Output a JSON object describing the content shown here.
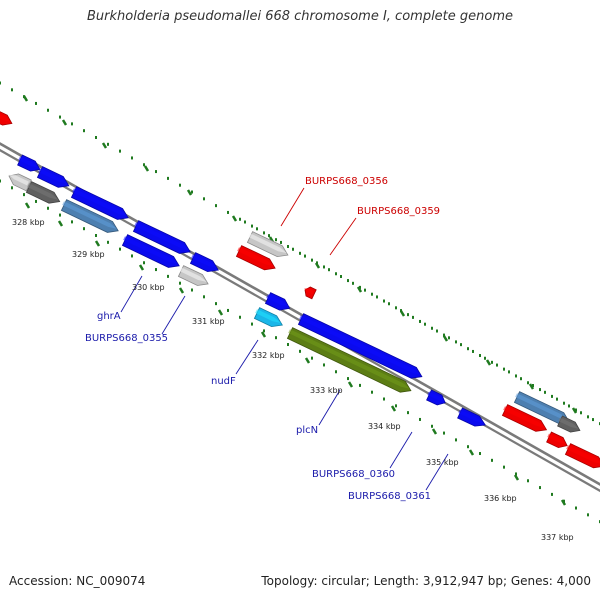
{
  "title": "Burkholderia pseudomallei 668 chromosome I, complete genome",
  "footer": {
    "accession": "Accession: NC_009074",
    "stats": "Topology: circular; Length: 3,912,947 bp; Genes: 4,000"
  },
  "colors": {
    "backbone": "#7a7a7a",
    "tick": "#1f7a1f",
    "label_red": "#cc0000",
    "label_blue": "#1a1aaa",
    "blue": "#0a0aee",
    "red": "#ee0000",
    "steel": "#4d7fb0",
    "cyan": "#1ab6e8",
    "olive": "#5c7d14",
    "light_gray": "#c6c6c6",
    "dark_gray": "#606060"
  },
  "kbp_labels": [
    "328 kbp",
    "329 kbp",
    "330 kbp",
    "331 kbp",
    "332 kbp",
    "333 kbp",
    "334 kbp",
    "335 kbp",
    "336 kbp",
    "337 kbp"
  ],
  "gene_labels": [
    {
      "text": "BURPS668_0356",
      "color": "label_red"
    },
    {
      "text": "BURPS668_0359",
      "color": "label_red"
    },
    {
      "text": "ghrA",
      "color": "label_blue"
    },
    {
      "text": "BURPS668_0355",
      "color": "label_blue"
    },
    {
      "text": "nudF",
      "color": "label_blue"
    },
    {
      "text": "plcN",
      "color": "label_blue"
    },
    {
      "text": "BURPS668_0360",
      "color": "label_blue"
    },
    {
      "text": "BURPS668_0361",
      "color": "label_blue"
    }
  ]
}
